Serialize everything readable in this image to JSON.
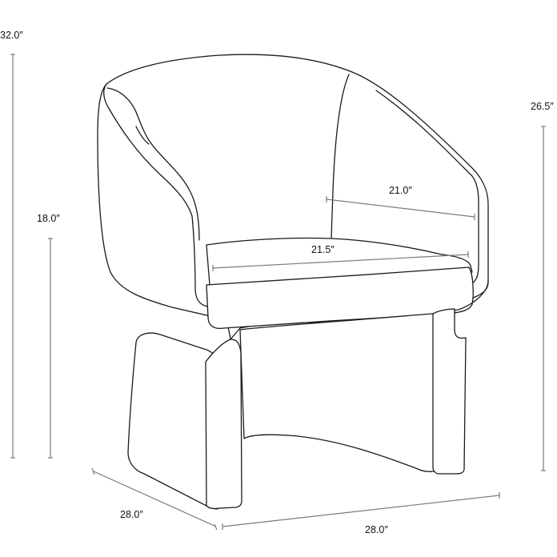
{
  "diagram": {
    "subject": "Upholstered barrel accent chair line drawing with dimensions",
    "colors": {
      "outline": "#1a1a1a",
      "dimension_line": "#7a7a7a",
      "label_text": "#111111",
      "background": "#ffffff"
    },
    "dimensions": {
      "overall_height": {
        "label": "32.0″"
      },
      "seat_height": {
        "label": "18.0″"
      },
      "arm_height": {
        "label": "26.5″"
      },
      "seat_depth": {
        "label": "21.0″"
      },
      "seat_width": {
        "label": "21.5″"
      },
      "overall_depth": {
        "label": "28.0″"
      },
      "overall_width": {
        "label": "28.0″"
      }
    }
  }
}
